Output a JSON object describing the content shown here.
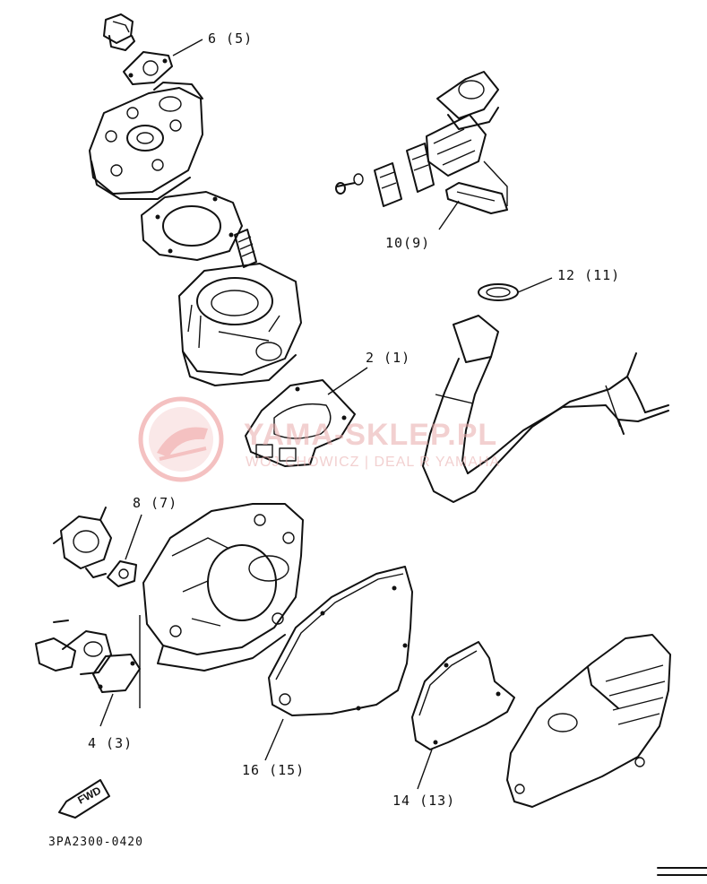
{
  "watermark": {
    "brand": "YAMA-SKLEP.PL",
    "sub": "WOJ  CHOWICZ | DEAL R YAMAHA",
    "logo_color": "#e05050"
  },
  "labels": [
    {
      "id": "p6",
      "text": "6 (5)"
    },
    {
      "id": "p10",
      "text": "10(9)"
    },
    {
      "id": "p12",
      "text": "12 (11)"
    },
    {
      "id": "p2",
      "text": "2 (1)"
    },
    {
      "id": "p8",
      "text": "8 (7)"
    },
    {
      "id": "p4",
      "text": "4 (3)"
    },
    {
      "id": "p16",
      "text": "16 (15)"
    },
    {
      "id": "p14",
      "text": "14 (13)"
    }
  ],
  "fwd_mark": "FWD",
  "diagram_code": "3PA2300-0420",
  "icons": [
    "watermark-logo-icon",
    "fwd-arrow-icon"
  ]
}
